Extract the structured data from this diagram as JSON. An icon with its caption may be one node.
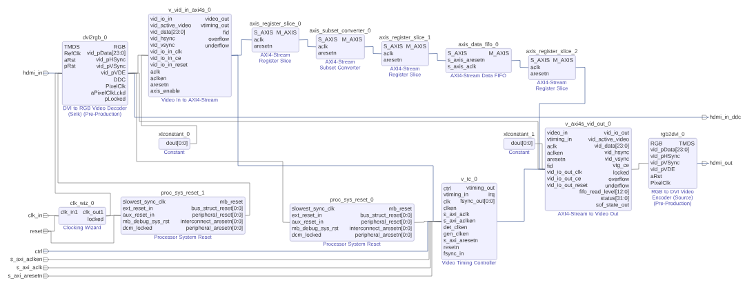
{
  "diagram": {
    "nodes": [
      {
        "text": [
          "hdmi_in"
        ]
      },
      {
        "text": [
          "clk_in"
        ]
      },
      {
        "text": [
          "reset"
        ]
      },
      {
        "text": [
          "ctrl"
        ]
      },
      {
        "text": [
          "s_axi_aclken"
        ]
      },
      {
        "text": [
          "s_axi_aclk"
        ]
      },
      {
        "text": [
          "s_axi_aresetn"
        ]
      },
      {
        "text": [
          "clk_wiz_0",
          "clk_in1",
          "clk_out1",
          "locked"
        ],
        "beside": [
          "Clocking Wizard"
        ]
      },
      {
        "text": [
          "proc_sys_reset_1",
          "slowest_sync_clk",
          "ext_reset_in",
          "aux_reset_in",
          "mb_debug_sys_rst",
          "dcm_locked",
          "mb_reset",
          "bus_struct_reset[0:0]",
          "peripheral_reset[0:0]",
          "interconnect_aresetn[0:0]",
          "peripheral_aresetn[0:0]"
        ],
        "beside": [
          "Processor System Reset"
        ]
      },
      {
        "text": [
          "dvi2rgb_0",
          "TMDS",
          "RefClk",
          "aRst",
          "pRst",
          "RGB",
          "vid_pData[23:0]",
          "vid_pHSync",
          "vid_pVSync",
          "vid_pVDE",
          "DDC",
          "PixelClk",
          "aPixelClkLckd",
          "pLocked"
        ],
        "beside": [
          "DVI to RGB Video Decoder (Sink) (Pre-Production)"
        ]
      },
      {
        "text": [
          "xlconstant_0",
          "dout[0:0]"
        ],
        "beside": [
          "Constant"
        ]
      },
      {
        "text": [
          "v_vid_in_axi4s_0",
          "vid_io_in",
          "vid_active_video",
          "vid_data[23:0]",
          "vid_hsync",
          "vid_vsync",
          "vid_io_in_clk",
          "vid_io_in_ce",
          "vid_io_in_reset",
          "aclk",
          "aclken",
          "aresetn",
          "axis_enable",
          "video_out",
          "vtiming_out",
          "fid",
          "overflow",
          "underflow"
        ],
        "beside": [
          "Video In to AXI4-Stream"
        ]
      },
      {
        "text": [
          "axis_register_slice_0",
          "S_AXIS",
          "aclk",
          "aresetn",
          "M_AXIS"
        ],
        "beside": [
          "AXI4-Stream Register Slice"
        ]
      },
      {
        "text": [
          "axis_subset_converter_0",
          "S_AXIS",
          "aclk",
          "aresetn",
          "M_AXIS"
        ],
        "beside": [
          "AXI4-Stream Subset Converter"
        ]
      },
      {
        "text": [
          "axis_register_slice_1",
          "S_AXIS",
          "aclk",
          "aresetn",
          "M_AXIS"
        ],
        "beside": [
          "AXI4-Stream Register Slice"
        ]
      },
      {
        "text": [
          "axis_data_fifo_0",
          "S_AXIS",
          "s_axis_aresetn",
          "s_axis_aclk",
          "M_AXIS"
        ],
        "beside": [
          "AXI4-Stream Data FIFO"
        ]
      },
      {
        "text": [
          "axis_register_slice_2",
          "S_AXIS",
          "aclk",
          "aresetn",
          "M_AXIS"
        ],
        "beside": [
          "AXI4-Stream Register Slice"
        ]
      },
      {
        "text": [
          "xlconstant_1",
          "dout[0:0]"
        ],
        "beside": [
          "Constant"
        ]
      },
      {
        "text": [
          "proc_sys_reset_0",
          "slowest_sync_clk",
          "ext_reset_in",
          "aux_reset_in",
          "mb_debug_sys_rst",
          "dcm_locked",
          "mb_reset",
          "bus_struct_reset[0:0]",
          "peripheral_reset[0:0]",
          "interconnect_aresetn[0:0]",
          "peripheral_aresetn[0:0]"
        ],
        "beside": [
          "Processor System Reset"
        ]
      },
      {
        "text": [
          "v_tc_0",
          "ctrl",
          "vtiming_in",
          "clk",
          "clken",
          "s_axi_aclk",
          "s_axi_aclken",
          "det_clken",
          "gen_clken",
          "s_axi_aresetn",
          "resetn",
          "fsync_in",
          "vtiming_out",
          "irq",
          "fsync_out[0:0]"
        ],
        "beside": [
          "Video Timing Controller"
        ]
      },
      {
        "text": [
          "v_axi4s_vid_out_0",
          "video_in",
          "vtiming_in",
          "aclk",
          "aclken",
          "aresetn",
          "fid",
          "vid_io_out_clk",
          "vid_io_out_ce",
          "vid_io_out_reset",
          "vid_io_out",
          "vid_active_video",
          "vid_data[23:0]",
          "vid_hsync",
          "vid_vsync",
          "vtg_ce",
          "locked",
          "overflow",
          "underflow",
          "fifo_read_level[12:0]",
          "status[31:0]",
          "sof_state_out"
        ],
        "beside": [
          "AXI4-Stream to Video Out"
        ]
      },
      {
        "text": [
          "rgb2dvi_0",
          "RGB",
          "vid_pData[23:0]",
          "vid_pHSync",
          "vid_pVSync",
          "vid_pVDE",
          "aRst",
          "PixelClk",
          "TMDS"
        ],
        "beside": [
          "RGB to DVI Video Encoder (Source) (Pre-Production)"
        ]
      },
      {
        "text": [
          "hdmi_out"
        ]
      },
      {
        "text": [
          "hdmi_in_ddc"
        ]
      }
    ],
    "edges": [
      {
        "from": 0,
        "to": 9,
        "arrow": "none",
        "color": "#2e4a8b"
      },
      {
        "from": 1,
        "to": 7,
        "arrow": "none"
      },
      {
        "from": 2,
        "to": 7,
        "arrow": "none"
      },
      {
        "from": 2,
        "to": 8,
        "arrow": "none"
      },
      {
        "from": 7,
        "to": 8,
        "arrow": "none"
      },
      {
        "from": 7,
        "to": 9,
        "arrow": "none"
      },
      {
        "from": 8,
        "to": 9,
        "arrow": "none"
      },
      {
        "from": 9,
        "to": 11,
        "arrow": "none"
      },
      {
        "from": 10,
        "to": 11,
        "arrow": "none"
      },
      {
        "from": 11,
        "to": 12,
        "arrow": "none",
        "color": "#2e4a8b"
      },
      {
        "from": 12,
        "to": 13,
        "arrow": "none",
        "color": "#2e4a8b"
      },
      {
        "from": 13,
        "to": 14,
        "arrow": "none",
        "color": "#2e4a8b"
      },
      {
        "from": 14,
        "to": 15,
        "arrow": "none",
        "color": "#2e4a8b"
      },
      {
        "from": 15,
        "to": 16,
        "arrow": "none",
        "color": "#2e4a8b"
      },
      {
        "from": 16,
        "to": 20,
        "arrow": "none",
        "color": "#2e4a8b"
      },
      {
        "from": 17,
        "to": 20,
        "arrow": "none"
      },
      {
        "from": 20,
        "to": 21,
        "arrow": "none"
      },
      {
        "from": 21,
        "to": 22,
        "arrow": "none",
        "color": "#2e4a8b"
      },
      {
        "from": 9,
        "to": 23,
        "arrow": "none",
        "color": "#2e4a8b"
      },
      {
        "from": 11,
        "to": 19,
        "arrow": "none",
        "color": "#2e4a8b"
      },
      {
        "from": 19,
        "to": 20,
        "arrow": "none",
        "color": "#2e4a8b"
      },
      {
        "from": 18,
        "to": 19,
        "arrow": "none"
      },
      {
        "from": 3,
        "to": 19,
        "arrow": "none",
        "color": "#2e4a8b"
      },
      {
        "from": 4,
        "to": 19,
        "arrow": "none"
      },
      {
        "from": 5,
        "to": 19,
        "arrow": "none"
      },
      {
        "from": 6,
        "to": 19,
        "arrow": "none"
      },
      {
        "from": 9,
        "to": 18,
        "arrow": "none"
      },
      {
        "from": 9,
        "to": 20,
        "arrow": "none"
      }
    ]
  }
}
